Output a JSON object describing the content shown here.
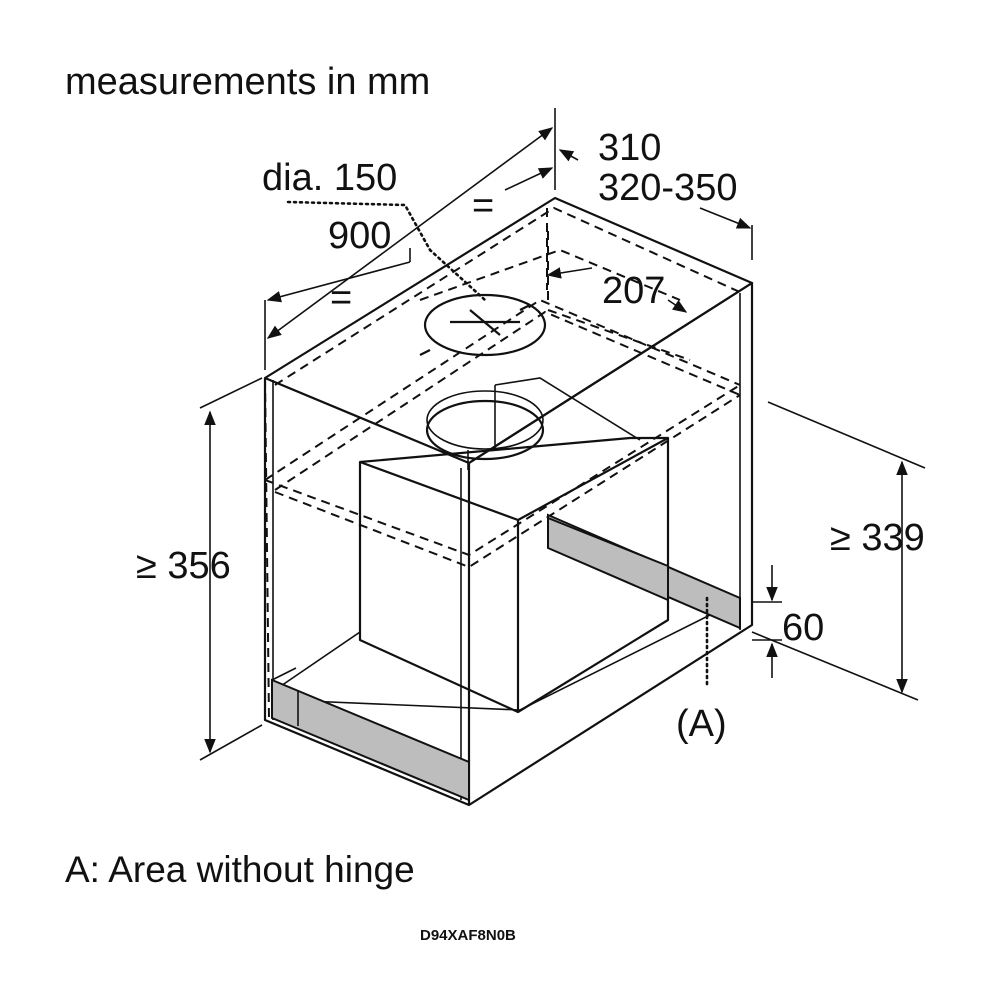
{
  "title": "measurements in mm",
  "dimensions": {
    "diameter": "dia. 150",
    "width": "900",
    "width_half_top": "=",
    "width_half_left": "=",
    "depth": "310",
    "depth_range": "320-350",
    "duct_offset": "207",
    "height_front": "≥ 356",
    "height_back": "≥ 339",
    "strip_height": "60",
    "area_marker": "(A)"
  },
  "legend": "A: Area without hinge",
  "model": "D94XAF8N0B"
}
